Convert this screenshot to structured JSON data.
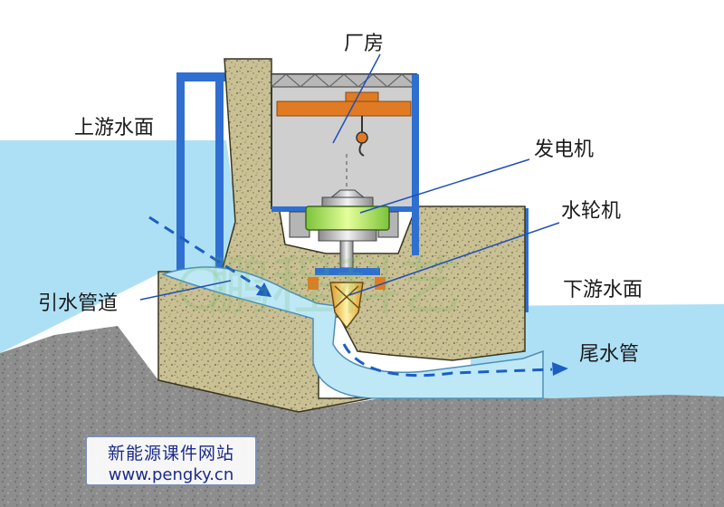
{
  "labels": {
    "powerhouse": "厂房",
    "upstream": "上游水面",
    "generator": "发电机",
    "turbine": "水轮机",
    "penstock": "引水管道",
    "downstream": "下游水面",
    "draft_tube": "尾水管"
  },
  "badge": {
    "title": "新能源课件网站",
    "url": "www.pengky.cn"
  },
  "watermark": "鹏程科艺",
  "colors": {
    "water": "#aee0f5",
    "concrete": "#c8bf91",
    "rock": "#8e8e8e",
    "steel": "#2f6fd0",
    "crane": "#e07b24",
    "generator": "#b8f060",
    "building": "#cfcfcf",
    "flow_arrow": "#1b5fc4"
  }
}
